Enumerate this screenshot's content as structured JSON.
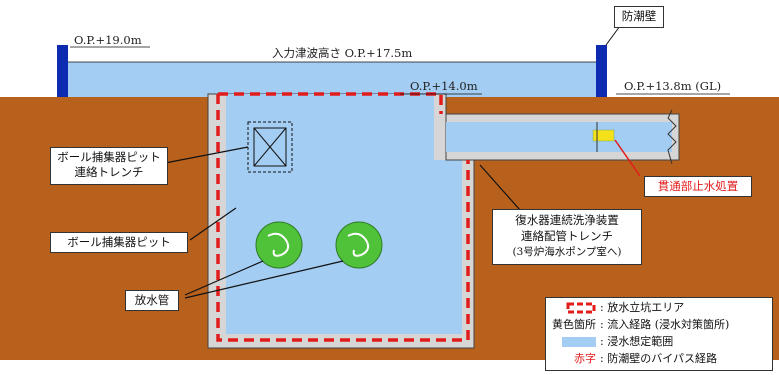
{
  "labels": {
    "seawall": "防潮壁",
    "op_seawall": "O.P.+19.0m",
    "tsunami_height": "入力津波高さ O.P.+17.5m",
    "op_pit_top": "O.P.+14.0m",
    "op_ground": "O.P.+13.8m (GL)",
    "penetration_seal": "貫通部止水処置",
    "ball_pit_trench": [
      "ボール捕集器ピット",
      "連絡トレンチ"
    ],
    "ball_pit": "ボール捕集器ピット",
    "outfall_pipe": "放水管",
    "condenser_trench": [
      "復水器連続洗浄装置",
      "連絡配管トレンチ",
      "(3号炉海水ポンプ室へ)"
    ]
  },
  "legend": {
    "items": [
      {
        "key_type": "red-dashed-box",
        "text": ": 放水立坑エリア"
      },
      {
        "key_text": "黄色箇所",
        "text": ": 流入経路 (浸水対策箇所)"
      },
      {
        "key_type": "blue-fill",
        "text": ": 浸水想定範囲"
      },
      {
        "key_text": "赤字",
        "text": ": 防潮壁のバイパス経路"
      }
    ]
  },
  "colors": {
    "soil": "#b8611d",
    "water": "#a4cdf3",
    "concrete": "#d6d6d6",
    "seawall": "#0d2bb0",
    "outline_red": "#e21b1b",
    "yellow": "#f5e11a",
    "pipe_green": "#4fc23a"
  }
}
